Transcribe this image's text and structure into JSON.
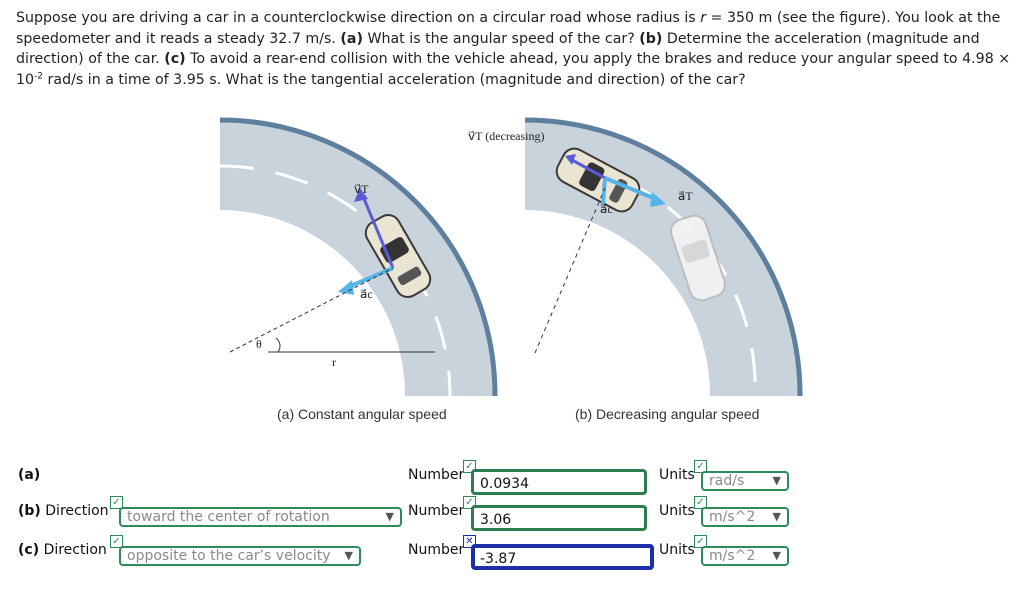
{
  "problem": {
    "part1": "Suppose you are driving a car in a counterclockwise direction on a circular road whose radius is ",
    "r_sym": "r",
    "part2": " = 350 m (see the figure). You look at the speedometer and it reads a steady 32.7 m/s. ",
    "a_tag": "(a)",
    "part3": " What is the angular speed of the car? ",
    "b_tag": "(b)",
    "part4": " Determine the acceleration (magnitude and direction) of the car. ",
    "c_tag": "(c)",
    "part5": " To avoid a rear-end collision with the vehicle ahead, you apply the brakes and reduce your angular speed to 4.98 × 10",
    "exp": "-2",
    "part6": " rad/s in a time of 3.95 s. What is the tangential acceleration (magnitude and direction) of the car?"
  },
  "figure": {
    "caption_a": "(a) Constant angular speed",
    "caption_b": "(b) Decreasing angular speed",
    "label_vt_a": "v⃗T",
    "label_ac_a": "a⃗c",
    "label_theta": "θ",
    "label_r": "r",
    "label_vt_b": "v⃗T (decreasing)",
    "label_ac_b": "a⃗c",
    "label_at_b": "a⃗T"
  },
  "answers": {
    "a": {
      "label": "(a)",
      "number_label": "Number",
      "value": "0.0934",
      "units_label": "Units",
      "unit": "rad/s"
    },
    "b": {
      "label": "(b)",
      "direction_label": "Direction",
      "direction": "toward the center of rotation",
      "number_label": "Number",
      "value": "3.06",
      "units_label": "Units",
      "unit": "m/s^2"
    },
    "c": {
      "label": "(c)",
      "direction_label": "Direction",
      "direction": "opposite to the car’s velocity",
      "number_label": "Number",
      "value": "-3.87",
      "units_label": "Units",
      "unit": "m/s^2"
    }
  },
  "colors": {
    "road": "#c9d3dc",
    "edge": "#5f7f9f",
    "arrow_vt": "#5b5bd6",
    "arrow_ac": "#55b4e8",
    "correct": "#2e8b57",
    "active": "#1c2fa8"
  }
}
